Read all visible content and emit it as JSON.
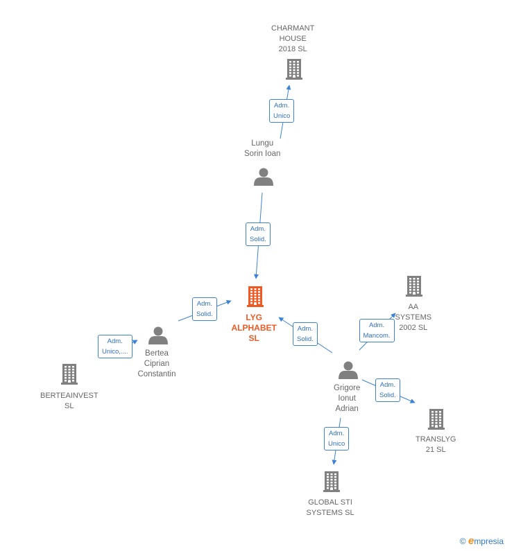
{
  "colors": {
    "edge": "#3b82d6",
    "node_icon": "#808080",
    "center_icon": "#ee5a24",
    "label": "#666666",
    "badge_text": "#2f6fc0"
  },
  "nodes": [
    {
      "id": "charmant",
      "type": "company",
      "label": "CHARMANT\nHOUSE\n2018  SL"
    },
    {
      "id": "lungu",
      "type": "person",
      "label": "Lungu\nSorin Ioan"
    },
    {
      "id": "lyg",
      "type": "center",
      "label": "LYG\nALPHABET\nSL"
    },
    {
      "id": "aa",
      "type": "company",
      "label": "AA\nSYSTEMS\n2002 SL"
    },
    {
      "id": "bertea",
      "type": "person",
      "label": "Bertea\nCiprian\nConstantin"
    },
    {
      "id": "berteainvest",
      "type": "company",
      "label": "BERTEAINVEST\nSL"
    },
    {
      "id": "grigore",
      "type": "person",
      "label": "Grigore\nIonut\nAdrian"
    },
    {
      "id": "translyg",
      "type": "company",
      "label": "TRANSLYG\n21  SL"
    },
    {
      "id": "globalsti",
      "type": "company",
      "label": "GLOBAL STI\nSYSTEMS  SL"
    }
  ],
  "edges": [
    {
      "from": "lungu",
      "to": "charmant",
      "label": "Adm.\nUnico"
    },
    {
      "from": "lungu",
      "to": "lyg",
      "label": "Adm.\nSolid."
    },
    {
      "from": "bertea",
      "to": "lyg",
      "label": "Adm.\nSolid."
    },
    {
      "from": "bertea",
      "to": "berteainvest",
      "label": "Adm.\nUnico,...."
    },
    {
      "from": "grigore",
      "to": "lyg",
      "label": "Adm.\nSolid."
    },
    {
      "from": "grigore",
      "to": "aa",
      "label": "Adm.\nMancom."
    },
    {
      "from": "grigore",
      "to": "translyg",
      "label": "Adm.\nSolid."
    },
    {
      "from": "grigore",
      "to": "globalsti",
      "label": "Adm.\nUnico"
    }
  ],
  "footer": {
    "copyright": "©",
    "brand_first": "e",
    "brand_rest": "mpresia"
  }
}
